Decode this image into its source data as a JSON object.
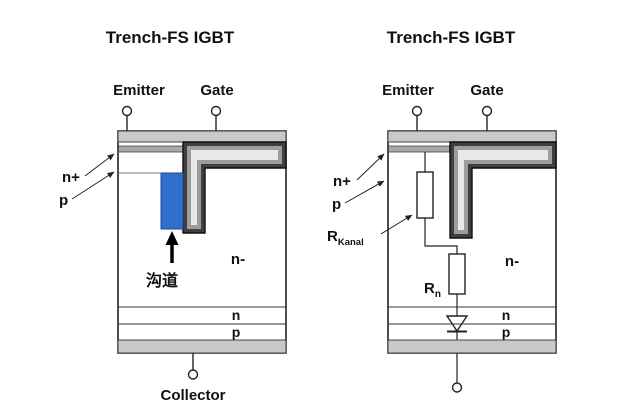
{
  "colors": {
    "background": "#ffffff",
    "metal_gray": "#c9c9c9",
    "nplus_gray": "#a8a8a8",
    "gate_outer": "#3f3f3f",
    "gate_mid": "#9d9d9d",
    "gate_core": "#e8e8e8",
    "channel_blue": "#2f6fd0",
    "line_black": "#1a1a1a"
  },
  "left": {
    "title": "Trench-FS IGBT",
    "emitter_label": "Emitter",
    "gate_label": "Gate",
    "n_plus_label": "n+",
    "p_body_label": "p",
    "channel_label": "沟道",
    "n_drift_label": "n-",
    "n_fieldstop_label": "n",
    "p_collector_label": "p",
    "collector_label": "Collector"
  },
  "right": {
    "title": "Trench-FS IGBT",
    "emitter_label": "Emitter",
    "gate_label": "Gate",
    "n_plus_label": "n+",
    "p_body_label": "p",
    "r_channel": {
      "base": "R",
      "sub": "Kanal"
    },
    "r_drift": {
      "base": "R",
      "sub": "n"
    },
    "n_drift_label": "n-",
    "n_fieldstop_label": "n",
    "p_collector_label": "p"
  }
}
